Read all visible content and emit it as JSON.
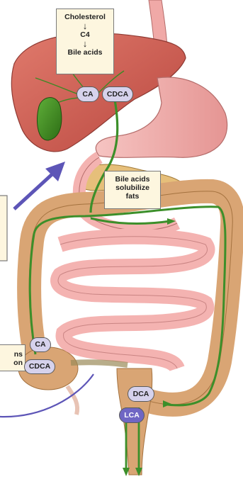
{
  "pathway": {
    "cholesterol": "Cholesterol",
    "arrow1": "↓",
    "c4": "C4",
    "arrow2": "↓",
    "bile_acids": "Bile acids"
  },
  "liver_acids": {
    "ca": "CA",
    "cdca": "CDCA"
  },
  "intestine_note": {
    "line1": "Bile acids",
    "line2": "solubilize",
    "line3": "fats"
  },
  "colon_acids": {
    "ca": "CA",
    "cdca": "CDCA"
  },
  "secondary_acids": {
    "dca": "DCA",
    "lca": "LCA"
  },
  "left_partial": {
    "line1": "ns",
    "line2": "on"
  },
  "colors": {
    "liver": "#c9564c",
    "gallbladder": "#3f8a1f",
    "bile_path": "#3c8f2a",
    "colon": "#d9a574",
    "small_intestine": "#f4b3b1",
    "arrow_blue": "#5d55b7"
  }
}
